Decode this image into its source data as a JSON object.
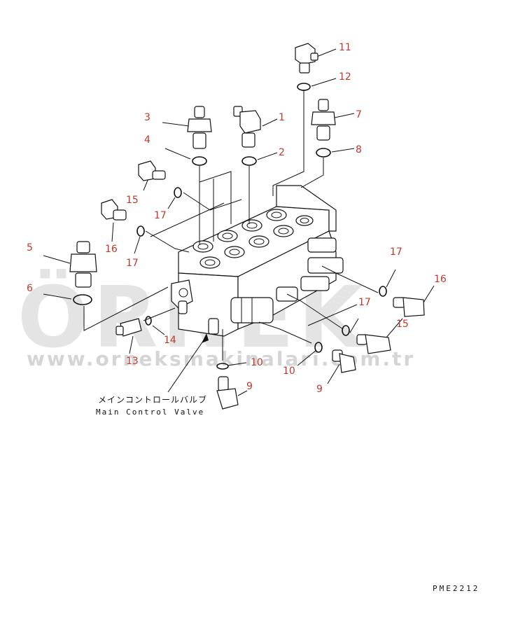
{
  "watermark": {
    "brand": "ÖRNEK",
    "url": "www.orneksmakinalari.com.tr"
  },
  "title": {
    "japanese": "メインコントロールバルブ",
    "english": "Main Control Valve"
  },
  "drawing_code": "PME2212",
  "callouts": [
    "11",
    "12",
    "3",
    "1",
    "7",
    "4",
    "2",
    "8",
    "15",
    "17",
    "16",
    "17",
    "5",
    "6",
    "17",
    "16",
    "15",
    "17",
    "14",
    "13",
    "10",
    "10",
    "9",
    "9"
  ],
  "colors": {
    "callout": "#c0392b",
    "line": "#111111",
    "watermark": "#cfcfcf"
  }
}
